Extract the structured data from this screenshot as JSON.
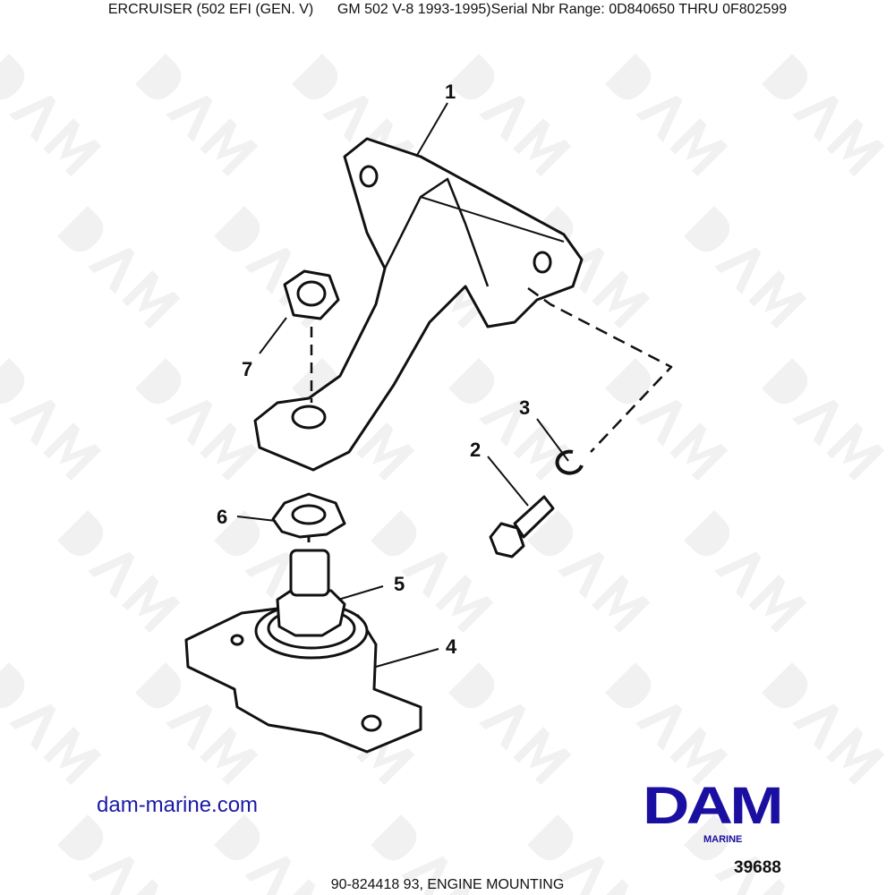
{
  "header": {
    "title": "ERCRUISER (502 EFI (GEN. V)      GM 502 V-8 1993-1995)Serial Nbr Range: 0D840650 THRU 0F802599"
  },
  "footer": {
    "caption": "90-824418 93, ENGINE MOUNTING"
  },
  "watermark": {
    "text": "DAM"
  },
  "site_link": "dam-marine.com",
  "logo": {
    "text": "DAM",
    "subtitle": "MARINE",
    "color": "#1a0fa0"
  },
  "diagram_number": "39688",
  "callouts": [
    {
      "label": "1",
      "part": "bracket"
    },
    {
      "label": "2",
      "part": "bolt"
    },
    {
      "label": "3",
      "part": "lock-washer"
    },
    {
      "label": "4",
      "part": "mount"
    },
    {
      "label": "5",
      "part": "nut"
    },
    {
      "label": "6",
      "part": "tab-washer"
    },
    {
      "label": "7",
      "part": "nut"
    }
  ]
}
